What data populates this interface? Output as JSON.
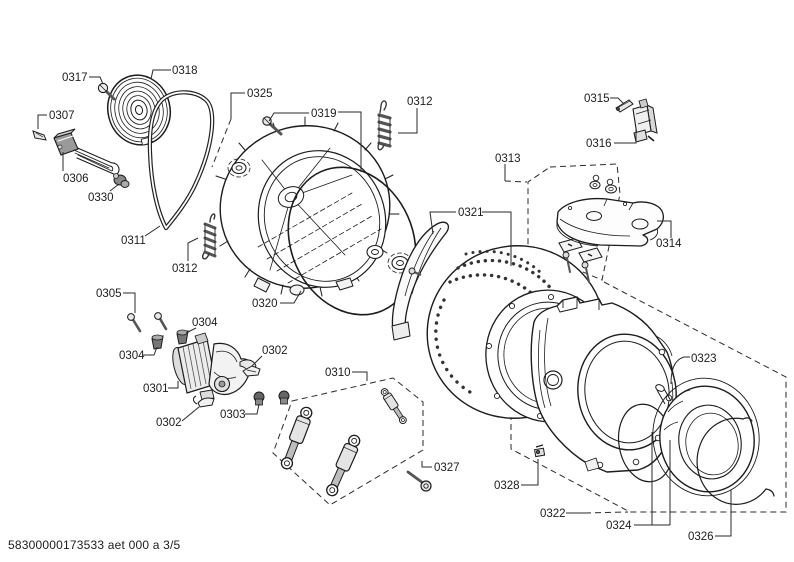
{
  "page": {
    "background_color": "#ffffff",
    "footer_text": "58300000173533 aet 000 a 3/5",
    "document_number": "58300000173533",
    "code": "aet 000 a",
    "sheet": "3/5"
  },
  "colors": {
    "line_art": "#1c1c1c",
    "leader_line": "#2a2a2a",
    "label_text": "#1c1c1c",
    "shade_light": "#e8e8e8",
    "shade_dark": "#6b6b6b",
    "background": "#ffffff"
  },
  "callouts": [
    "0317",
    "0318",
    "0307",
    "0306",
    "0330",
    "0311",
    "0312",
    "0325",
    "0319",
    "0312",
    "0320",
    "0305",
    "0304",
    "0304",
    "0301",
    "0302",
    "0302",
    "0303",
    "0310",
    "0327",
    "0313",
    "0315",
    "0316",
    "0314",
    "0321",
    "0328",
    "0322",
    "0324",
    "0326",
    "0323"
  ]
}
